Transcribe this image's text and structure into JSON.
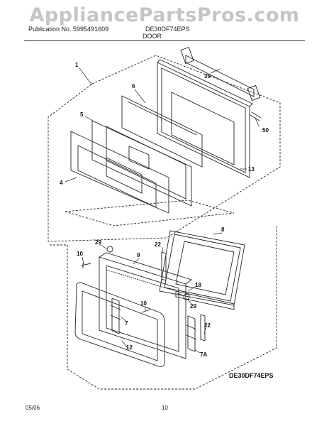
{
  "watermark": "AppliancePartsPros.com",
  "header": {
    "left": "Publication No. 5995491609",
    "right": "DE30DF74EPS",
    "section": "DOOR"
  },
  "model_code": "DE30DF74EPS",
  "footer": {
    "date": "05/06",
    "page": "10"
  },
  "callouts": {
    "c1": "1",
    "c39": "39",
    "c6a": "6",
    "c5": "5",
    "c50": "50",
    "c4": "4",
    "c13": "13",
    "c8": "8",
    "c29a": "29",
    "c9": "9",
    "c22a": "22",
    "c10a": "10",
    "c18": "18",
    "c10b": "10",
    "c7": "7",
    "c29b": "29",
    "c22b": "22",
    "c12": "12",
    "c7a": "7A"
  }
}
